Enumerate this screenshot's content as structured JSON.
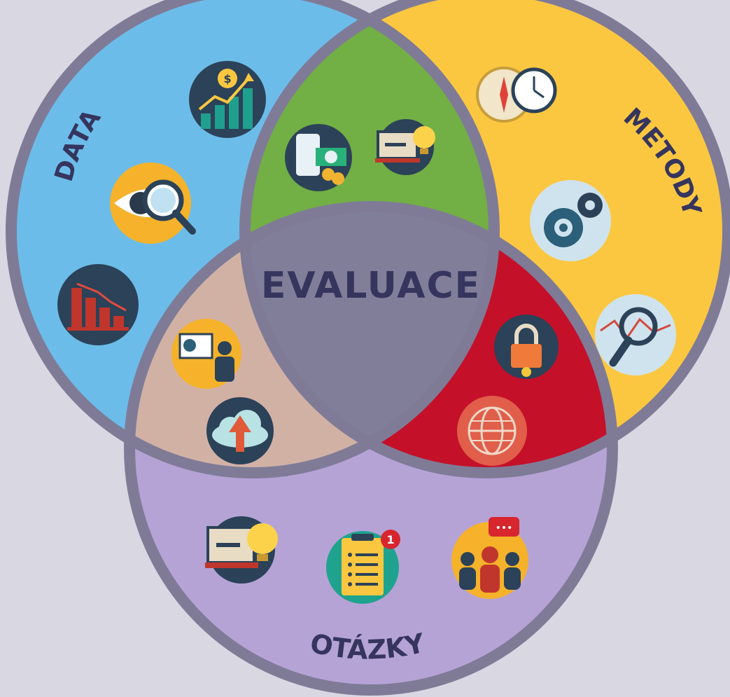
{
  "diagram": {
    "title": "EVALUACE",
    "sets": [
      {
        "label": "DATA",
        "color": "#6cbcea"
      },
      {
        "label": "METODY",
        "color": "#fcc740"
      },
      {
        "label": "OTÁZKY",
        "color": "#b6a3d6"
      }
    ],
    "intersection_colors": {
      "data_metody": "#72af45",
      "data_otazky": "#d2b1a5",
      "metody_otazky": "#c51029",
      "center": "#817e9a"
    },
    "icons": {
      "data": [
        "growth-chart-icon",
        "eye-magnifier-icon",
        "declining-bar-chart-icon"
      ],
      "metody": [
        "compass-clock-icon",
        "gears-icon",
        "magnified-graph-icon"
      ],
      "otazky": [
        "idea-laptop-icon",
        "notification-clipboard-icon",
        "discussion-group-icon"
      ],
      "data_metody": [
        "mobile-payment-icon",
        "laptop-idea-icon"
      ],
      "data_otazky": [
        "presentation-icon",
        "cloud-upload-icon"
      ],
      "metody_otazky": [
        "security-lock-icon",
        "globe-icon"
      ]
    },
    "badge": "1",
    "chat_dots": "•••",
    "currency": "$"
  }
}
